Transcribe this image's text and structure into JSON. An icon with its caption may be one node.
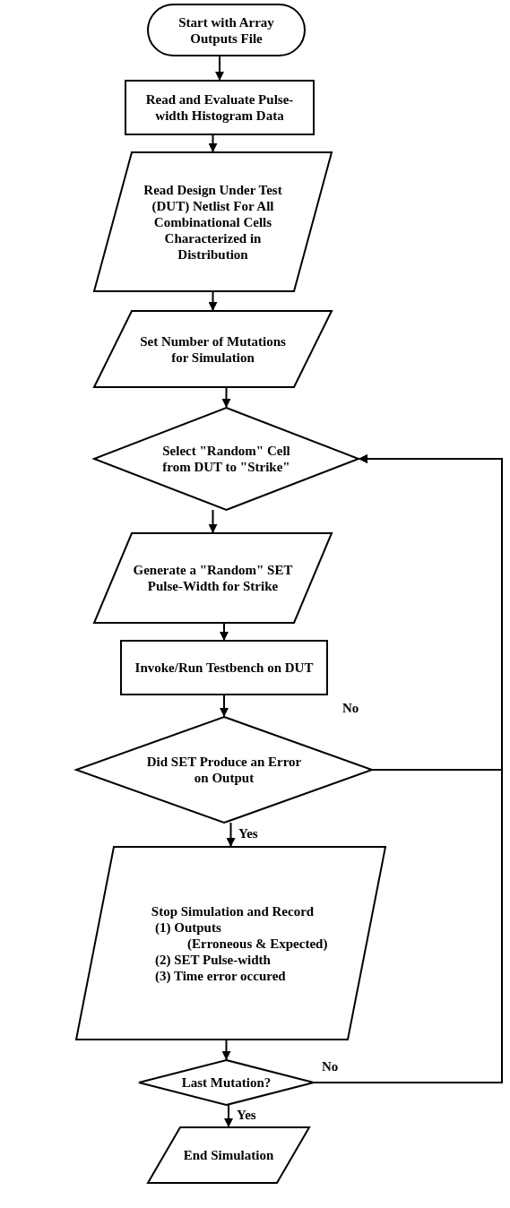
{
  "diagram": {
    "nodes": [
      {
        "text": [
          "Start with Array Outputs File"
        ]
      },
      {
        "text": [
          "Read and Evaluate Pulse-width Histogram Data"
        ]
      },
      {
        "text": [
          "Read Design Under Test (DUT) Netlist For All Combinational Cells Characterized in Distribution"
        ]
      },
      {
        "text": [
          "Set Number of Mutations for Simulation"
        ]
      },
      {
        "text": [
          "Select \"Random\" Cell from DUT to \"Strike\""
        ]
      },
      {
        "text": [
          "Generate a \"Random\" SET Pulse-Width for Strike"
        ]
      },
      {
        "text": [
          "Invoke/Run Testbench on DUT"
        ]
      },
      {
        "text": [
          "Did SET Produce an Error on Output"
        ]
      },
      {
        "text": [
          "Stop Simulation and Record",
          "(1) Outputs",
          "(Erroneous & Expected)",
          "(2) SET Pulse-width",
          "(3) Time error occured"
        ]
      },
      {
        "text": [
          "Last Mutation?"
        ]
      },
      {
        "text": [
          "End Simulation"
        ]
      }
    ],
    "edges": [
      {
        "from": 0,
        "to": 1,
        "arrow": "to"
      },
      {
        "from": 1,
        "to": 2,
        "arrow": "to"
      },
      {
        "from": 2,
        "to": 3,
        "arrow": "to"
      },
      {
        "from": 3,
        "to": 4,
        "arrow": "to"
      },
      {
        "from": 4,
        "to": 5,
        "arrow": "to"
      },
      {
        "from": 5,
        "to": 6,
        "arrow": "to"
      },
      {
        "from": 6,
        "to": 7,
        "arrow": "to"
      },
      {
        "from": 7,
        "to": 8,
        "arrow": "to",
        "label": "Yes"
      },
      {
        "from": 7,
        "to": 4,
        "arrow": "to",
        "label": "No"
      },
      {
        "from": 8,
        "to": 9,
        "arrow": "to"
      },
      {
        "from": 9,
        "to": 10,
        "arrow": "to",
        "label": "Yes"
      },
      {
        "from": 9,
        "to": 4,
        "arrow": "to",
        "label": "No"
      }
    ]
  }
}
